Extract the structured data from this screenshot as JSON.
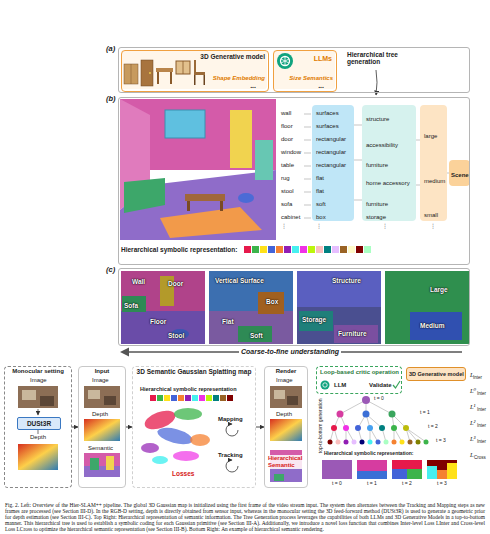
{
  "diagram": {
    "caption": "Fig. 2. Left: Overview of the Hier-SLAM++ pipeline. The global 3D Gaussian map is initialized using the first frame of the video stream input. The system then alternates between the Tracking and Mapping steps as new frames are processed (see Section III-D). In the RGB-D setting, depth is directly obtained from sensor input, whereas in the monocular setting the 3D feed-forward method (DUSt3R) is used to generate a geometric prior for depth estimation (see Section III-C). Top Right: Hierarchical representation of semantic information. The Tree Generation process leverages the capabilities of both LLMs and 3D Generative Models in a top-to-bottom manner. This hierarchical tree is used to establish a symbolic coding for each Gaussian primitive (see Section III-A). Additionally, we introduce a novel loss function that combines Inter-level Loss LInter and Cross-level Loss LCross to optimize the hierarchical semantic representation (see Section III-B). Bottom Right: An example of hierarchical semantic rendering.",
    "nodes": [
      {
        "text": [
          "(a)"
        ]
      },
      {
        "text": [
          "3D Generative model",
          "Shape Embedding",
          "..."
        ],
        "in": 0
      },
      {
        "text": [
          "LLMs",
          "Size Semantics",
          "..."
        ],
        "in": 0
      },
      {
        "text": [
          "(b)"
        ]
      },
      {
        "text": [
          "(c)"
        ]
      },
      {
        "text": [
          "Monocular setting"
        ]
      },
      {
        "text": [
          "DUSt3R"
        ],
        "in": 5
      },
      {
        "text": [
          "Input"
        ]
      },
      {
        "text": [
          "3D Semantic Gaussian Splatting map"
        ]
      },
      {
        "text": [
          "Render"
        ]
      },
      {
        "text": [
          "Loop-based critic operation",
          "LLM",
          "Validate"
        ]
      },
      {
        "text": [
          "3D Generative model"
        ]
      }
    ],
    "edges": [
      {
        "from": 5,
        "to": 7,
        "arrow": "to"
      },
      {
        "from": 7,
        "to": 8,
        "arrow": "to"
      },
      {
        "from": 8,
        "to": 9,
        "arrow": "to"
      }
    ],
    "labels": [
      "Hierarchical tree generation",
      "wall",
      "floor",
      "door",
      "window",
      "table",
      "rug",
      "stool",
      "sofa",
      "cabinet",
      "⋮",
      "surfaces",
      "surfaces",
      "rectangular",
      "rectangular",
      "rectangular",
      "flat",
      "flat",
      "soft",
      "box",
      "⋮",
      "structure",
      "accessibility",
      "furniture",
      "home accessory",
      "furniture",
      "storage",
      "⋮",
      "large",
      "medium",
      "small",
      "⋮",
      "Scene",
      "Hierarchical symbolic representation:",
      "Wall",
      "Door",
      "Sofa",
      "Floor",
      "Stool",
      "Vertical Surface",
      "Box",
      "Flat",
      "Soft",
      "Structure",
      "Storage",
      "Furniture",
      "Large",
      "Medium",
      "Coarse-to-fine understanding",
      "Image",
      "Depth",
      "Image",
      "Depth",
      "Semantic",
      "Hierarchical symbolic representation",
      "Mapping",
      "Tracking",
      "Losses",
      "Image",
      "Depth",
      "Hierarchical Semantic",
      "top-to-bottom generation",
      "t = 0",
      "t = 1",
      "t = 2",
      "t = 3",
      "Hierarchical symbolic representation:",
      "t = 0",
      "t = 1",
      "t = 2",
      "t = 3",
      "L",
      "Inter",
      "L⁰",
      "Inter",
      "L¹",
      "Inter",
      "L²",
      "Inter",
      "L³",
      "Inter",
      "L",
      "Cross"
    ]
  }
}
